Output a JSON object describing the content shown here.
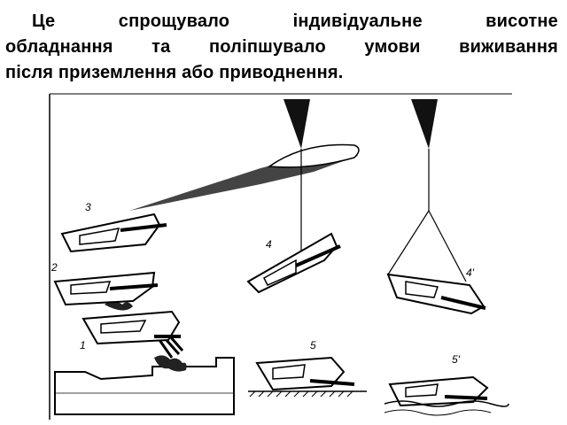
{
  "paragraph": {
    "line1": [
      "Це",
      "спрощувало",
      "індивідуальне",
      "висотне"
    ],
    "line2": [
      "обладнання",
      "та",
      "поліпшувало",
      "умови",
      "виживання"
    ],
    "line3": "після приземлення або приводнення."
  },
  "figure": {
    "labels": {
      "l1": "1",
      "l2": "2",
      "l3": "3",
      "l4": "4",
      "l4p": "4'",
      "l5": "5",
      "l5p": "5'"
    }
  }
}
